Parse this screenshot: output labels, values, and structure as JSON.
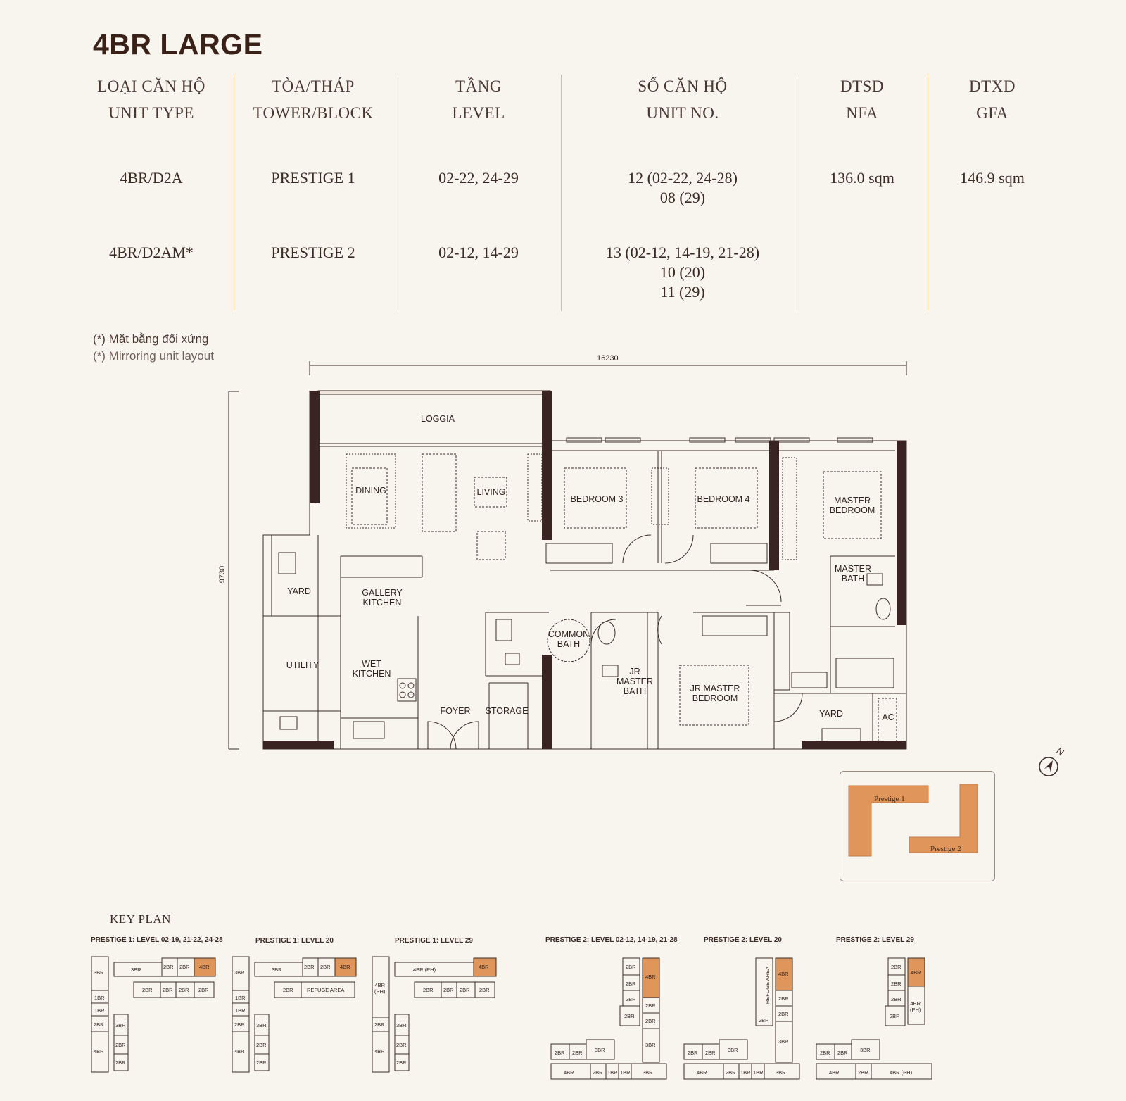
{
  "title": "4BR LARGE",
  "table": {
    "headers": [
      {
        "vi": "LOẠI CĂN HỘ",
        "en": "UNIT TYPE"
      },
      {
        "vi": "TÒA/THÁP",
        "en": "TOWER/BLOCK"
      },
      {
        "vi": "TẦNG",
        "en": "LEVEL"
      },
      {
        "vi": "SỐ CĂN HỘ",
        "en": "UNIT NO."
      },
      {
        "vi": "DTSD",
        "en": "NFA"
      },
      {
        "vi": "DTXD",
        "en": "GFA"
      }
    ],
    "rows": [
      {
        "unit_type": "4BR/D2A",
        "tower": "PRESTIGE 1",
        "level": "02-22, 24-29",
        "unit_no": [
          "12 (02-22, 24-28)",
          "08 (29)"
        ],
        "nfa": "136.0 sqm",
        "gfa": "146.9 sqm"
      },
      {
        "unit_type": "4BR/D2AM*",
        "tower": "PRESTIGE 2",
        "level": "02-12, 14-29",
        "unit_no": [
          "13 (02-12, 14-19, 21-28)",
          "10 (20)",
          "11 (29)"
        ],
        "nfa": "",
        "gfa": ""
      }
    ]
  },
  "notes": {
    "vi": "(*) Mặt bằng đối xứng",
    "en": "(*) Mirroring unit layout"
  },
  "floorplan": {
    "width_dim": "16230",
    "height_dim": "9730",
    "rooms": {
      "loggia": "LOGGIA",
      "dining": "DINING",
      "living": "LIVING",
      "bedroom3": "BEDROOM 3",
      "bedroom4": "BEDROOM 4",
      "master_bedroom": [
        "MASTER",
        "BEDROOM"
      ],
      "master_bath": [
        "MASTER",
        "BATH"
      ],
      "yard_left": "YARD",
      "gallery_kitchen": [
        "GALLERY",
        "KITCHEN"
      ],
      "common_bath": [
        "COMMON",
        "BATH"
      ],
      "jr_master_bath": [
        "JR",
        "MASTER",
        "BATH"
      ],
      "utility": "UTILITY",
      "wet_kitchen": [
        "WET",
        "KITCHEN"
      ],
      "jr_master_bedroom": [
        "JR MASTER",
        "BEDROOM"
      ],
      "foyer": "FOYER",
      "storage": "STORAGE",
      "yard_right": "YARD",
      "ac": "AC"
    }
  },
  "site_plan": {
    "labels": [
      "Prestige 1",
      "Prestige 2"
    ],
    "north": "N",
    "accent_color": "#e0955a"
  },
  "key_plan": {
    "heading": "KEY PLAN",
    "plans": [
      {
        "title": "PRESTIGE 1: LEVEL 02-19, 21-22, 24-28"
      },
      {
        "title": "PRESTIGE 1: LEVEL 20"
      },
      {
        "title": "PRESTIGE 1: LEVEL 29"
      },
      {
        "title": "PRESTIGE 2: LEVEL 02-12, 14-19, 21-28"
      },
      {
        "title": "PRESTIGE 2: LEVEL 20"
      },
      {
        "title": "PRESTIGE 2: LEVEL 29"
      }
    ],
    "unit_labels": {
      "br3": "3BR",
      "br2": "2BR",
      "br1": "1BR",
      "br4": "4BR",
      "br4ph": "4BR (PH)",
      "br4ph_stack": [
        "4BR",
        "(PH)"
      ],
      "refuge": "REFUGE AREA"
    }
  }
}
